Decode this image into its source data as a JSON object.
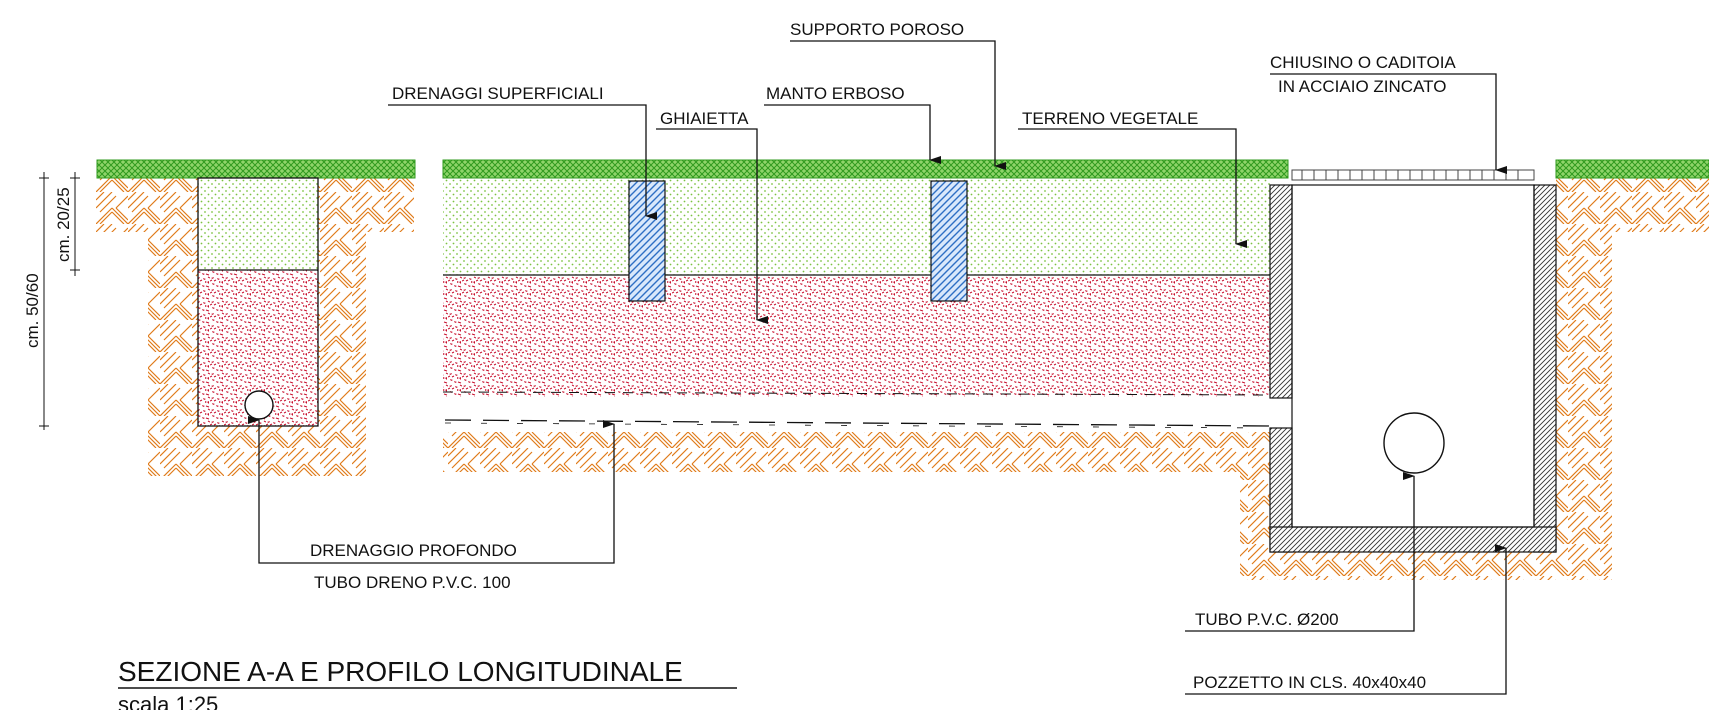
{
  "labels": {
    "supporto_poroso": "SUPPORTO POROSO",
    "chiusino_line1": "CHIUSINO O CADITOIA",
    "chiusino_line2": "IN ACCIAIO ZINCATO",
    "drenaggi_superficiali": "DRENAGGI SUPERFICIALI",
    "manto_erboso": "MANTO ERBOSO",
    "ghiaietta": "GHIAIETTA",
    "terreno_vegetale": "TERRENO VEGETALE",
    "drenaggio_profondo": "DRENAGGIO PROFONDO",
    "tubo_dreno": "TUBO DRENO P.V.C. 100",
    "tubo_pvc": "TUBO P.V.C. Ø200",
    "pozzetto": "POZZETTO IN CLS.  40x40x40"
  },
  "dimensions": {
    "total_depth": "cm. 50/60",
    "topsoil_depth": "cm. 20/25"
  },
  "title": {
    "main": "SEZIONE A-A E PROFILO LONGITUDINALE",
    "scale": "scala 1:25"
  },
  "colors": {
    "grass": "#3fb52a",
    "topsoil_dots": "#7cc242",
    "gravel": "#c8102e",
    "native_soil": "#e07b1a",
    "drain_fill": "#2e6fc4",
    "line": "#111111"
  }
}
